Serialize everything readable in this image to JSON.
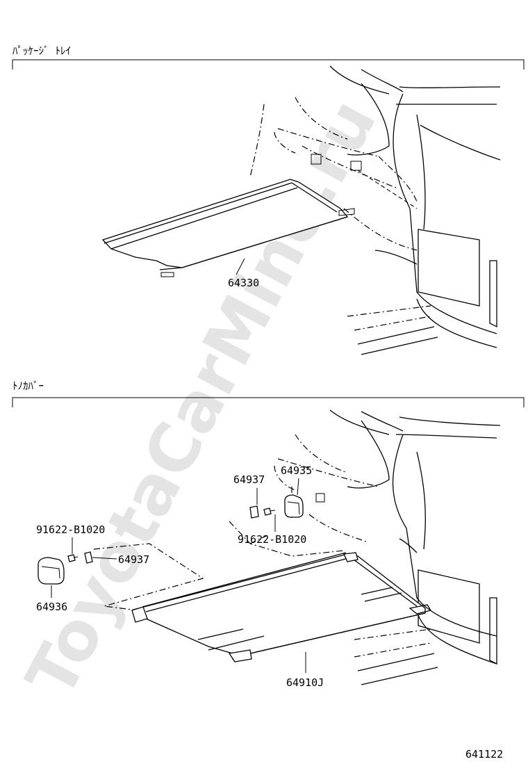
{
  "sections": [
    {
      "title": "ﾊﾟｯｹｰｼﾞ ﾄﾚｲ"
    },
    {
      "title": "ﾄﾉｶﾊﾞｰ"
    }
  ],
  "callouts": {
    "tray": "64330",
    "cover": "64910J",
    "holder_left": "64936",
    "bolt_left": "91622-B1020",
    "clip_left": "64937",
    "clip_right": "64937",
    "holder_right": "64935",
    "bolt_right": "91622-B1020"
  },
  "diagram_id": "641122",
  "watermark": "ToyotaCarMine.ru"
}
